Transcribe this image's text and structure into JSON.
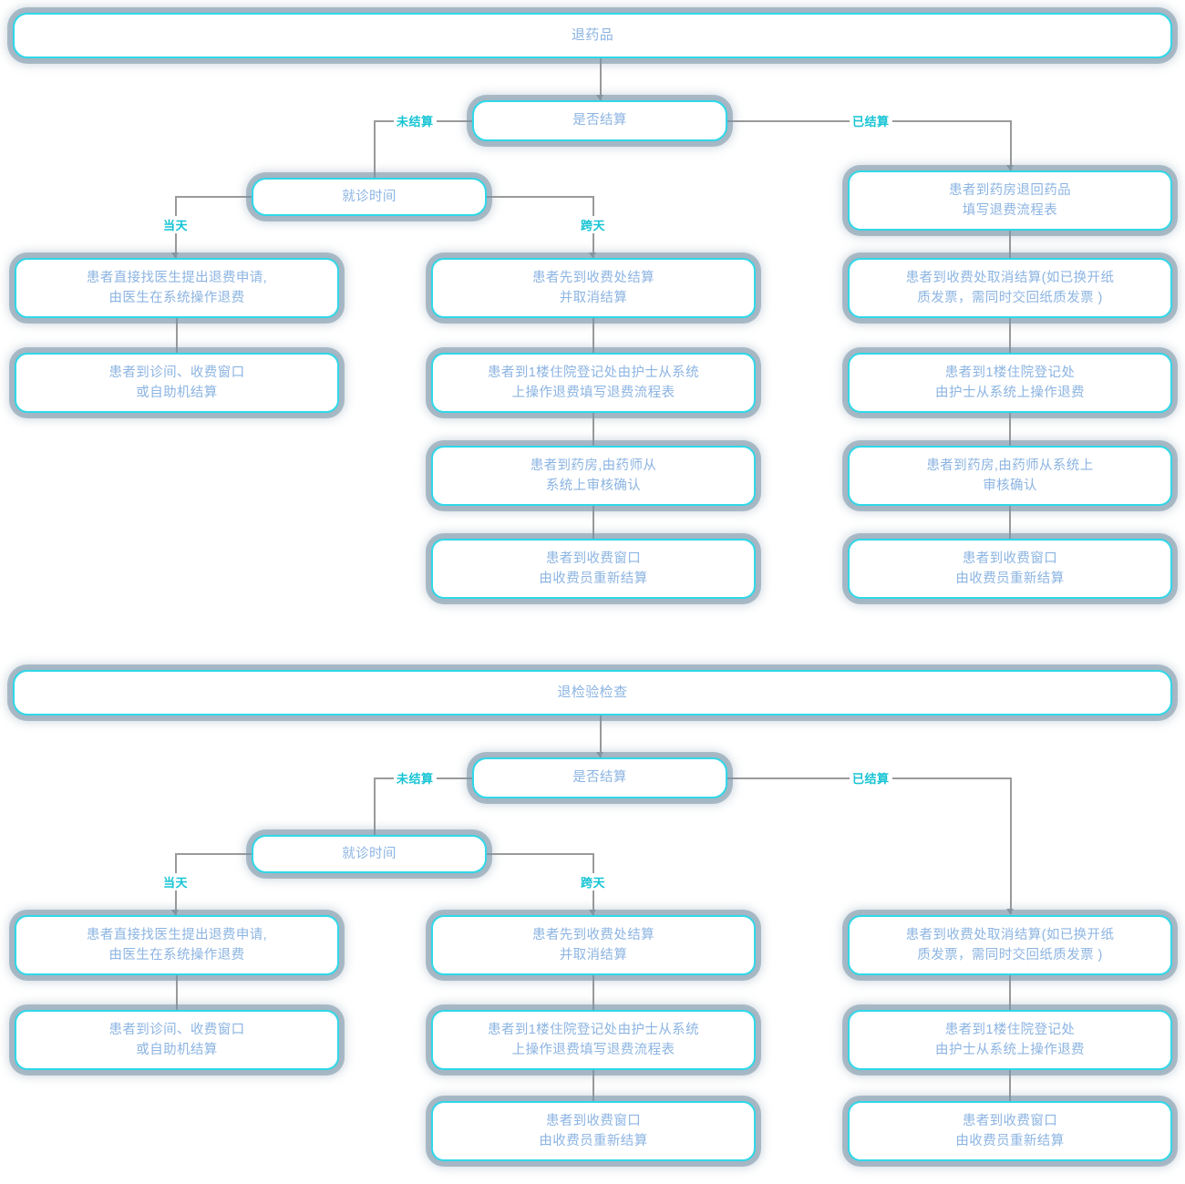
{
  "diagram": {
    "type": "flowchart",
    "background": "#ffffff",
    "colors": {
      "node_border": "#2fd8e8",
      "node_fill": "#ffffff",
      "node_text": "#8cb4e2",
      "edge_label": "#17c4d4",
      "connector": "#9a9a9a",
      "shadow": "#7891a5"
    },
    "flows": [
      {
        "id": "flow-drug-return",
        "title": "退药品",
        "decision": "是否结算",
        "branch_labels": {
          "left": "未结算",
          "right": "已结算"
        },
        "sub_decision": "就诊时间",
        "sub_branch_labels": {
          "left": "当天",
          "right": "跨天"
        },
        "columns": {
          "same_day": [
            "患者直接找医生提出退费申请,\n由医生在系统操作退费",
            "患者到诊间、收费窗口\n或自助机结算"
          ],
          "cross_day": [
            "患者先到收费处结算\n并取消结算",
            "患者到1楼住院登记处由护士从系统\n上操作退费填写退费流程表",
            "患者到药房,由药师从\n系统上审核确认",
            "患者到收费窗口\n由收费员重新结算"
          ],
          "settled": [
            "患者到药房退回药品\n填写退费流程表",
            "患者到收费处取消结算(如已换开纸\n质发票，需同时交回纸质发票 )",
            "患者到1楼住院登记处\n由护士从系统上操作退费",
            "患者到药房,由药师从系统上\n审核确认",
            "患者到收费窗口\n由收费员重新结算"
          ]
        }
      },
      {
        "id": "flow-exam-return",
        "title": "退检验检查",
        "decision": "是否结算",
        "branch_labels": {
          "left": "未结算",
          "right": "已结算"
        },
        "sub_decision": "就诊时间",
        "sub_branch_labels": {
          "left": "当天",
          "right": "跨天"
        },
        "columns": {
          "same_day": [
            "患者直接找医生提出退费申请,\n由医生在系统操作退费",
            "患者到诊间、收费窗口\n或自助机结算"
          ],
          "cross_day": [
            "患者先到收费处结算\n并取消结算",
            "患者到1楼住院登记处由护士从系统\n上操作退费填写退费流程表",
            "患者到收费窗口\n由收费员重新结算"
          ],
          "settled": [
            "患者到收费处取消结算(如已换开纸\n质发票，需同时交回纸质发票 )",
            "患者到1楼住院登记处\n由护士从系统上操作退费",
            "患者到收费窗口\n由收费员重新结算"
          ]
        }
      }
    ]
  }
}
